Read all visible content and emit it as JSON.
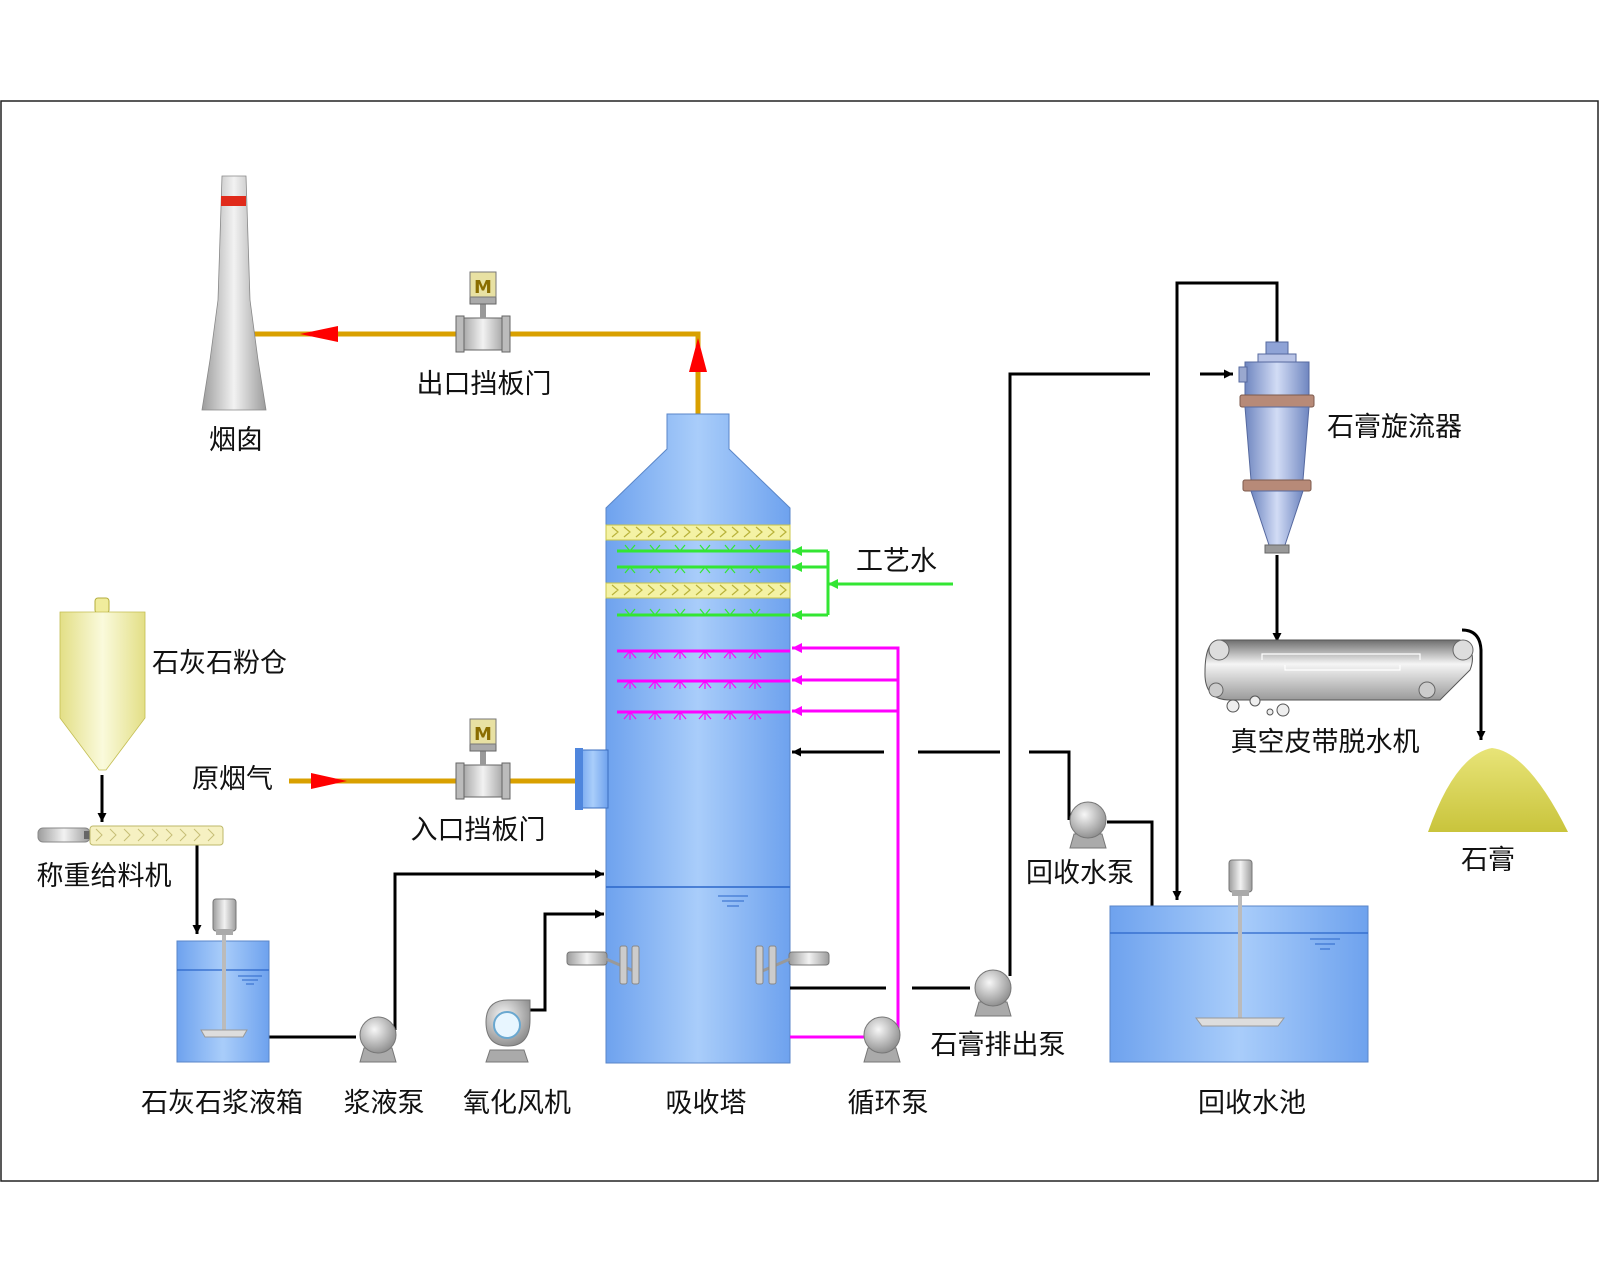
{
  "labels": {
    "chimney": "烟囱",
    "outlet_damper": "出口挡板门",
    "inlet_damper": "入口挡板门",
    "raw_flue_gas": "原烟气",
    "process_water": "工艺水",
    "limestone_silo": "石灰石粉仓",
    "weigh_feeder": "称重给料机",
    "limestone_slurry_tank": "石灰石浆液箱",
    "slurry_pump": "浆液泵",
    "oxidation_blower": "氧化风机",
    "absorber": "吸收塔",
    "circulation_pump": "循环泵",
    "gypsum_discharge_pump": "石膏排出泵",
    "recovery_water_pump": "回收水泵",
    "recovery_water_tank": "回收水池",
    "gypsum_cyclone": "石膏旋流器",
    "vacuum_belt_filter": "真空皮带脱水机",
    "gypsum": "石膏"
  },
  "icons": {
    "damper_motor_letter": "M"
  },
  "colors": {
    "flue_gas_line": "#d9a000",
    "flow_arrow": "#ff0000",
    "process_water_line": "#33e633",
    "spray_line": "#ff00ff",
    "slurry_line": "#000000",
    "vessel_blue": "#7aaef2",
    "silo_yellow": "#ece99c",
    "gypsum_yellow": "#d6d255"
  }
}
